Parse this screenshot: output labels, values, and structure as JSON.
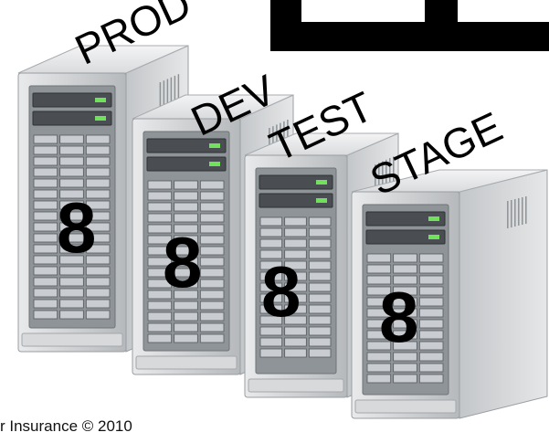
{
  "servers": [
    {
      "label": "PROD",
      "count": "8"
    },
    {
      "label": "DEV",
      "count": "8"
    },
    {
      "label": "TEST",
      "count": "8"
    },
    {
      "label": "STAGE",
      "count": "8"
    }
  ],
  "footer": "r Insurance © 2010"
}
